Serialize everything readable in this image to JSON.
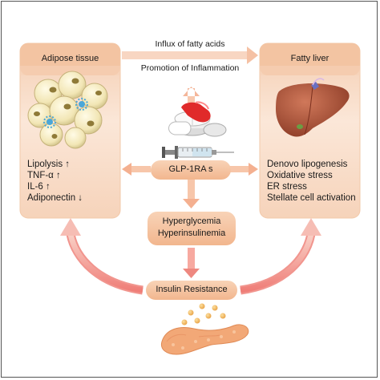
{
  "left_panel": {
    "title": "Adipose tissue",
    "effects": [
      "Lipolysis ↑",
      "TNF-α ↑",
      "IL-6 ↑",
      "Adiponectin ↓"
    ]
  },
  "right_panel": {
    "title": "Fatty liver",
    "effects": [
      "Denovo lipogenesis",
      "Oxidative stress",
      "ER stress",
      "Stellate cell activation"
    ]
  },
  "top_arrow": {
    "line1": "Influx of fatty acids",
    "line2": "Promotion of Inflammation"
  },
  "drug": {
    "label": "GLP-1RA s"
  },
  "metabolic_state": {
    "line1": "Hyperglycemia",
    "line2": "Hyperinsulinemia"
  },
  "insulin_resistance": {
    "label": "Insulin Resistance"
  },
  "icons": [
    "adipocyte-cluster-icon",
    "liver-icon",
    "pill-icon",
    "syringe-icon",
    "pancreas-icon"
  ],
  "colors": {
    "panel_fill": "#f8ddc8",
    "panel_title_fill": "#f3c4a2",
    "pill_fill": "#f5c4a0",
    "arrow": "#f5b48f",
    "curved_arrow": "#eb6d6d",
    "liver": "#b4553a",
    "pancreas": "#f0a070"
  }
}
